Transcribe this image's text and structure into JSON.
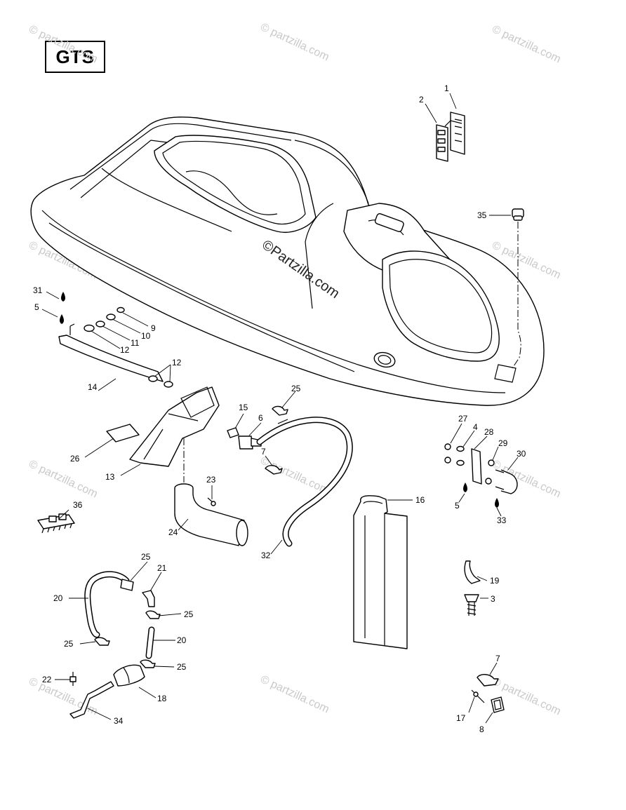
{
  "model_label": "GTS",
  "watermarks": {
    "corner_text": "© partzilla.com",
    "center_text": "©Partzilla.com"
  },
  "callouts": [
    {
      "id": "c1",
      "text": "1"
    },
    {
      "id": "c2",
      "text": "2"
    },
    {
      "id": "c35",
      "text": "35"
    },
    {
      "id": "c31",
      "text": "31"
    },
    {
      "id": "c5a",
      "text": "5"
    },
    {
      "id": "c9",
      "text": "9"
    },
    {
      "id": "c10",
      "text": "10"
    },
    {
      "id": "c11",
      "text": "11"
    },
    {
      "id": "c12a",
      "text": "12"
    },
    {
      "id": "c12b",
      "text": "12"
    },
    {
      "id": "c14",
      "text": "14"
    },
    {
      "id": "c25a",
      "text": "25"
    },
    {
      "id": "c15",
      "text": "15"
    },
    {
      "id": "c6",
      "text": "6"
    },
    {
      "id": "c26",
      "text": "26"
    },
    {
      "id": "c13",
      "text": "13"
    },
    {
      "id": "c7a",
      "text": "7"
    },
    {
      "id": "c23",
      "text": "23"
    },
    {
      "id": "c24",
      "text": "24"
    },
    {
      "id": "c36",
      "text": "36"
    },
    {
      "id": "c32",
      "text": "32"
    },
    {
      "id": "c16",
      "text": "16"
    },
    {
      "id": "c27",
      "text": "27"
    },
    {
      "id": "c4",
      "text": "4"
    },
    {
      "id": "c28",
      "text": "28"
    },
    {
      "id": "c29",
      "text": "29"
    },
    {
      "id": "c30",
      "text": "30"
    },
    {
      "id": "c5b",
      "text": "5"
    },
    {
      "id": "c33",
      "text": "33"
    },
    {
      "id": "c25b",
      "text": "25"
    },
    {
      "id": "c21",
      "text": "21"
    },
    {
      "id": "c20a",
      "text": "20"
    },
    {
      "id": "c25c",
      "text": "25"
    },
    {
      "id": "c25d",
      "text": "25"
    },
    {
      "id": "c20b",
      "text": "20"
    },
    {
      "id": "c25e",
      "text": "25"
    },
    {
      "id": "c22",
      "text": "22"
    },
    {
      "id": "c18",
      "text": "18"
    },
    {
      "id": "c34",
      "text": "34"
    },
    {
      "id": "c19",
      "text": "19"
    },
    {
      "id": "c3",
      "text": "3"
    },
    {
      "id": "c7b",
      "text": "7"
    },
    {
      "id": "c17",
      "text": "17"
    },
    {
      "id": "c8",
      "text": "8"
    }
  ]
}
